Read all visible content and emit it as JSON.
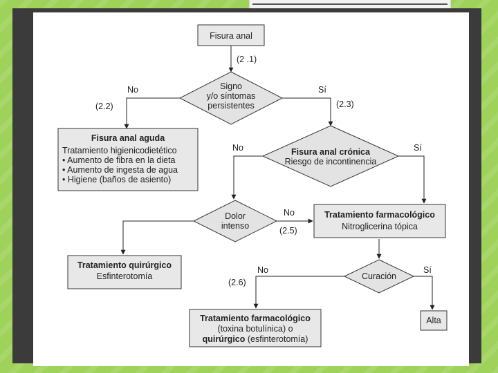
{
  "nodes": {
    "start": {
      "label": "Fisura anal"
    },
    "persistent": {
      "lines": [
        "Signo",
        "y/o síntomas",
        "persistentes"
      ]
    },
    "acute": {
      "title": "Fisura anal aguda",
      "lines": [
        "Tratamiento higienicodietético",
        "• Aumento de fibra en la dieta",
        "• Aumento de ingesta de agua",
        "• Higiene (baños de asiento)"
      ]
    },
    "chronic": {
      "title": "Fisura anal crónica",
      "subtitle": "Riesgo de incontinencia"
    },
    "pain": {
      "lines": [
        "Dolor",
        "intenso"
      ]
    },
    "pharma": {
      "title": "Tratamiento farmacológico",
      "subtitle": "Nitroglicerina tópica"
    },
    "surgery": {
      "title": "Tratamiento quirúrgico",
      "subtitle": "Esfinterotomía"
    },
    "cure": {
      "label": "Curación"
    },
    "pharma2": {
      "line1": "Tratamiento farmacológico",
      "line2": "(toxina botulínica) o",
      "line3_bold": "quirúrgico",
      "line3_rest": " (esfinterotomía)"
    },
    "discharge": {
      "label": "Alta"
    }
  },
  "edge_labels": {
    "e21": "(2 .1)",
    "no_persistent": "No",
    "e22": "(2.2)",
    "si_persistent": "Sí",
    "e23": "(2.3)",
    "no_chronic": "No",
    "si_chronic": "Sí",
    "no_pain": "No",
    "e25": "(2.5)",
    "no_cure": "No",
    "e26": "(2.6)",
    "si_cure": "Sí"
  }
}
